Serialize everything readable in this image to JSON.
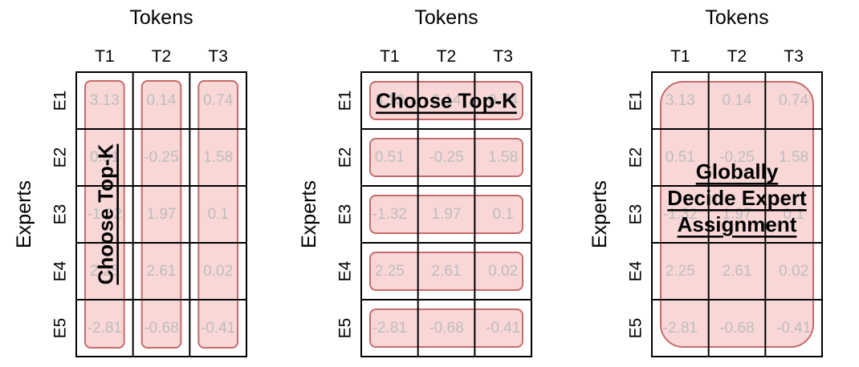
{
  "panels": [
    {
      "title": "Tokens",
      "ylabel": "Experts",
      "columns": [
        "T1",
        "T2",
        "T3"
      ],
      "rows": [
        "E1",
        "E2",
        "E3",
        "E4",
        "E5"
      ],
      "label": [
        "Choose Top-K"
      ]
    },
    {
      "title": "Tokens",
      "ylabel": "Experts",
      "columns": [
        "T1",
        "T2",
        "T3"
      ],
      "rows": [
        "E1",
        "E2",
        "E3",
        "E4",
        "E5"
      ],
      "label": [
        "Choose Top-K"
      ]
    },
    {
      "title": "Tokens",
      "ylabel": "Experts",
      "columns": [
        "T1",
        "T2",
        "T3"
      ],
      "rows": [
        "E1",
        "E2",
        "E3",
        "E4",
        "E5"
      ],
      "label": [
        "Globally",
        "Decide Expert",
        "Assignment"
      ]
    }
  ],
  "values": [
    [
      "3.13",
      "0.14",
      "0.74"
    ],
    [
      "0.51",
      "-0.25",
      "1.58"
    ],
    [
      "-1.32",
      "1.97",
      "0.1"
    ],
    [
      "2.25",
      "2.61",
      "0.02"
    ],
    [
      "-2.81",
      "-0.68",
      "-0.41"
    ]
  ]
}
